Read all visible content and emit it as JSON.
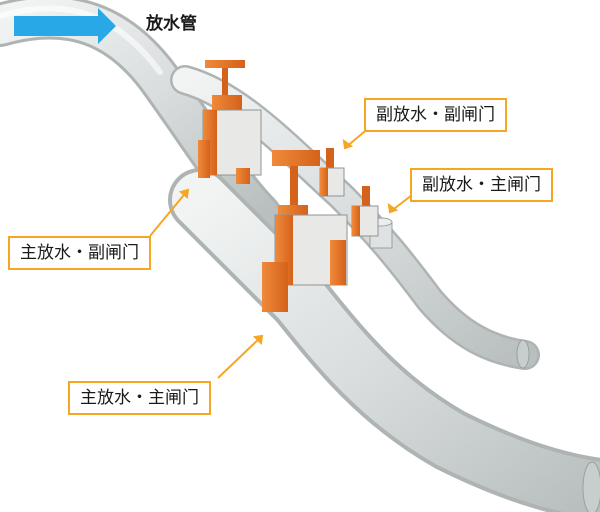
{
  "title": "放水管",
  "labels": {
    "sub_outlet_sub_gate": "副放水・副闸门",
    "sub_outlet_main_gate": "副放水・主闸门",
    "main_outlet_sub_gate": "主放水・副闸门",
    "main_outlet_main_gate": "主放水・主闸门"
  },
  "colors": {
    "pipe": "#d8dcdc",
    "gate": "#e8731e",
    "callout": "#f5a623",
    "flow_arrow": "#29a8e8"
  },
  "icons": {
    "flow": "arrow-right-icon"
  }
}
